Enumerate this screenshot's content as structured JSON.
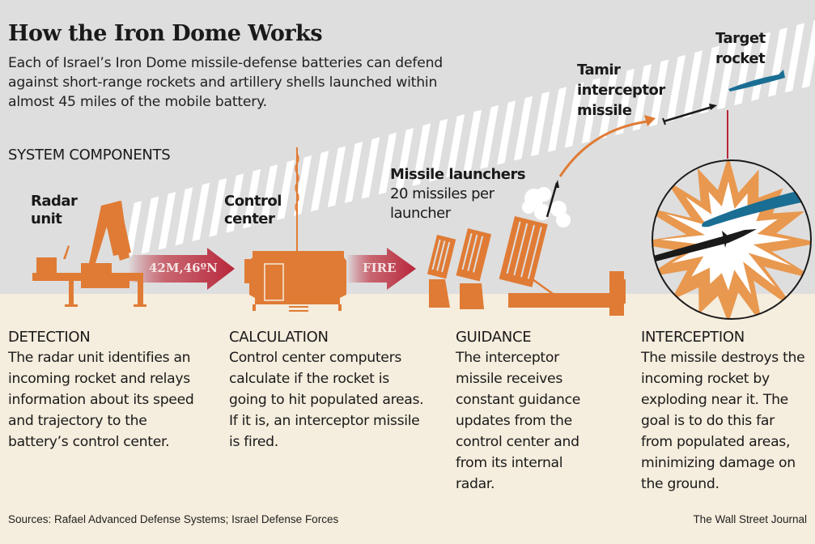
{
  "header": {
    "title": "How the Iron Dome Works",
    "subtitle": "Each of Israel’s Iron Dome missile-defense batteries can defend against short-range rockets and artillery shells launched within almost 45 miles of the mobile battery."
  },
  "section_title": "SYSTEM COMPONENTS",
  "components": {
    "radar": {
      "label_line1": "Radar",
      "label_line2": "unit"
    },
    "control": {
      "label_line1": "Control",
      "label_line2": "center"
    },
    "launchers": {
      "label": "Missile launchers",
      "sub_line1": "20 missiles per",
      "sub_line2": "launcher"
    },
    "interceptor": {
      "label_line1": "Tamir",
      "label_line2": "interceptor",
      "label_line3": "missile"
    },
    "target": {
      "label_line1": "Target",
      "label_line2": "rocket"
    }
  },
  "arrows": {
    "data_arrow": "42M,46ºN",
    "fire_arrow": "FIRE"
  },
  "steps": [
    {
      "heading": "DETECTION",
      "body": "The radar unit identifies an incoming rocket and relays information about its speed and trajectory to the battery’s control center."
    },
    {
      "heading": "CALCULATION",
      "body": "Control center computers calculate if the rocket is going to hit populated areas. If it is, an interceptor missile is fired."
    },
    {
      "heading": "GUIDANCE",
      "body": "The interceptor missile receives constant guidance updates from the control center and from its internal radar."
    },
    {
      "heading": "INTERCEPTION",
      "body": "The missile destroys the incoming rocket by exploding near it. The goal is to do this far from populated areas, minimizing damage on the ground."
    }
  ],
  "footer": {
    "sources": "Sources: Rafael Advanced Defense Systems; Israel Defense Forces",
    "credit": "The Wall Street Journal"
  },
  "colors": {
    "sky": "#dedede",
    "ground": "#f5eddd",
    "equipment_orange": "#e07b35",
    "arrow_red": "#b8263a",
    "target_blue": "#1a6e93",
    "burst_orange": "#e8984f"
  }
}
